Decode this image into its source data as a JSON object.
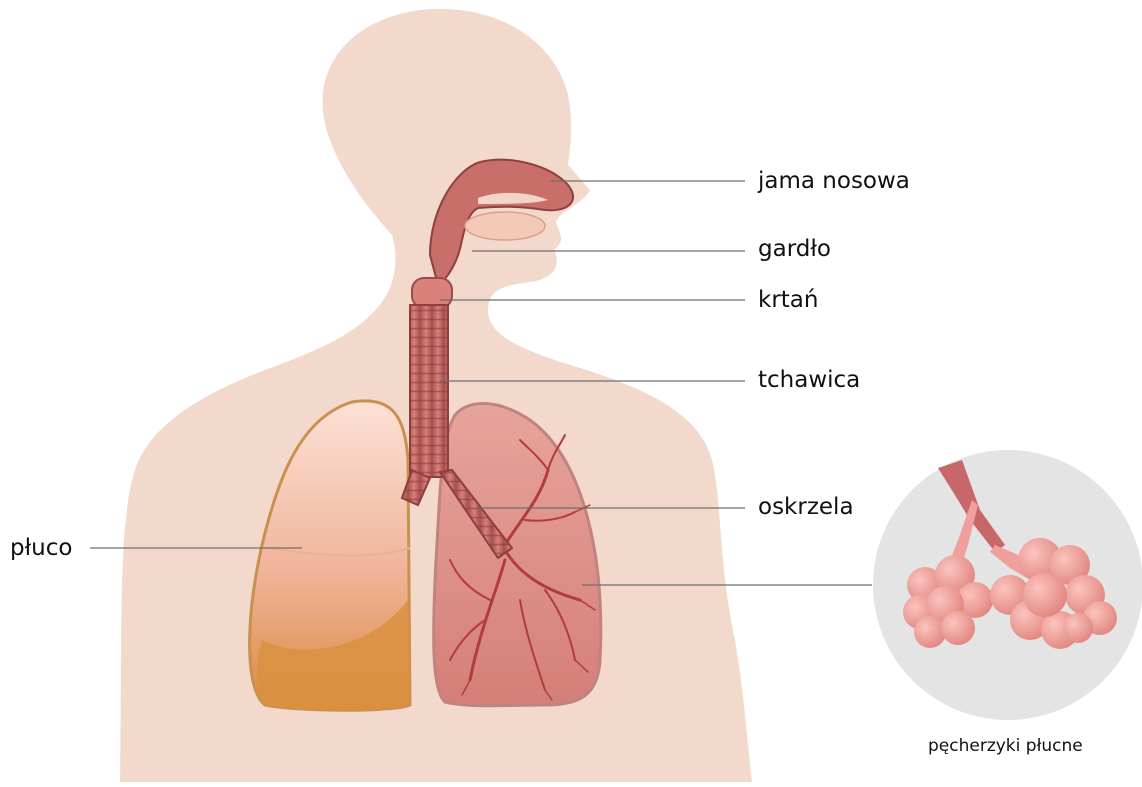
{
  "labels": {
    "nasal_cavity": "jama nosowa",
    "pharynx": "gardło",
    "larynx": "krtań",
    "trachea": "tchawica",
    "bronchi": "oskrzela",
    "lung": "płuco",
    "alveoli": "pęcherzyki płucne"
  },
  "colors": {
    "background": "#ffffff",
    "body_silhouette": "#f2d9cc",
    "airway": "#c86f6a",
    "airway_dark": "#9e4a4b",
    "left_lung_light": "#f7c6b0",
    "left_lung_base": "#d9903f",
    "right_lung": "#dd8f88",
    "vessels": "#b33b3f",
    "leader_line": "#6e6e6e",
    "alveoli_circle": "#e4e4e4",
    "alveoli_sac": "#f0a09c"
  }
}
